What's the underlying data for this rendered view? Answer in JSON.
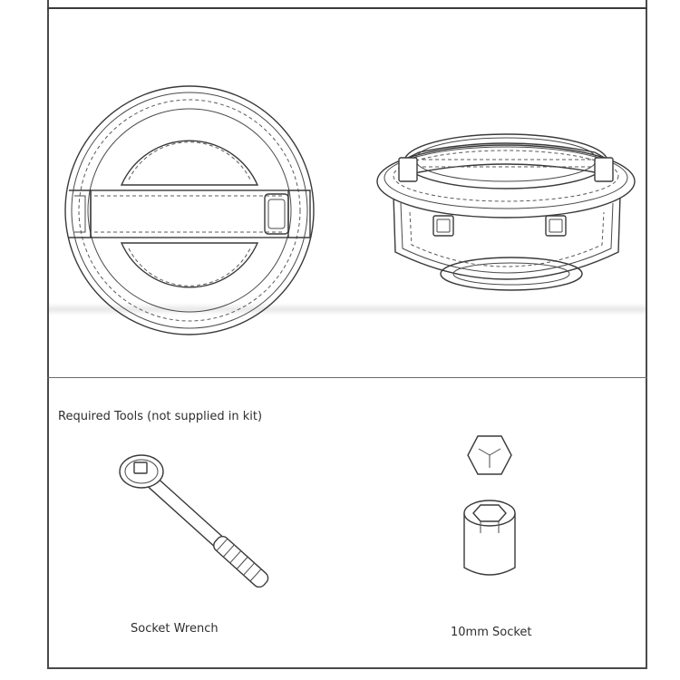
{
  "document": {
    "tools_heading": "Required Tools (not supplied in kit)",
    "tools": [
      {
        "label": "Socket Wrench",
        "icon": "socket-wrench-icon"
      },
      {
        "label": "10mm Socket",
        "icon": "socket-icon"
      }
    ],
    "figures": [
      {
        "icon": "round-lid-top-view-icon"
      },
      {
        "icon": "round-lid-perspective-icon"
      },
      {
        "icon": "hex-bolt-head-icon"
      }
    ]
  }
}
